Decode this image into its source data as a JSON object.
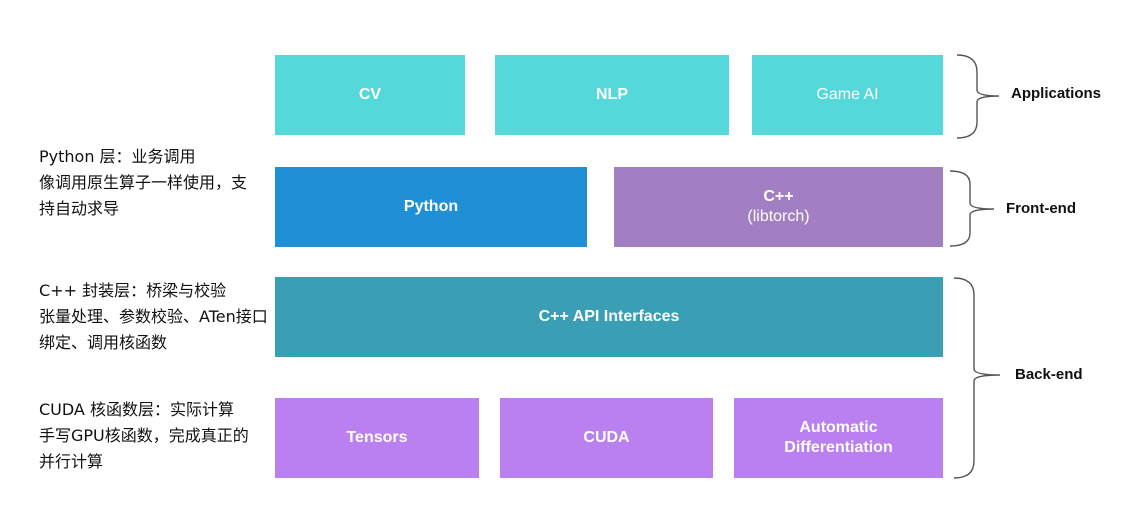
{
  "layers": {
    "applications": {
      "label": "Applications",
      "boxes": [
        {
          "text": "CV"
        },
        {
          "text": "NLP"
        },
        {
          "text": "Game AI"
        }
      ]
    },
    "frontend": {
      "label": "Front-end",
      "boxes": [
        {
          "text": "Python"
        },
        {
          "line1": "C++",
          "line2": "(libtorch)"
        }
      ]
    },
    "backend": {
      "label": "Back-end",
      "api": "C++ API Interfaces",
      "boxes": [
        {
          "text": "Tensors"
        },
        {
          "text": "CUDA"
        },
        {
          "line1": "Automatic",
          "line2": "Differentiation"
        }
      ]
    }
  },
  "notes": {
    "python": [
      "Python 层：业务调用",
      "像调用原生算子一样使用，支",
      "持自动求导"
    ],
    "cpp": [
      "C++ 封装层：桥梁与校验",
      "张量处理、参数校验、ATen接口",
      "绑定、调用核函数"
    ],
    "cuda": [
      "CUDA 核函数层：实际计算",
      "手写GPU核函数，完成真正的",
      "并行计算"
    ]
  },
  "colors": {
    "applications": "#55d8da",
    "python": "#1f8fd6",
    "cpp_frontend": "#a27fc3",
    "api": "#3a9fb5",
    "backend_modules": "#bb80f0"
  }
}
